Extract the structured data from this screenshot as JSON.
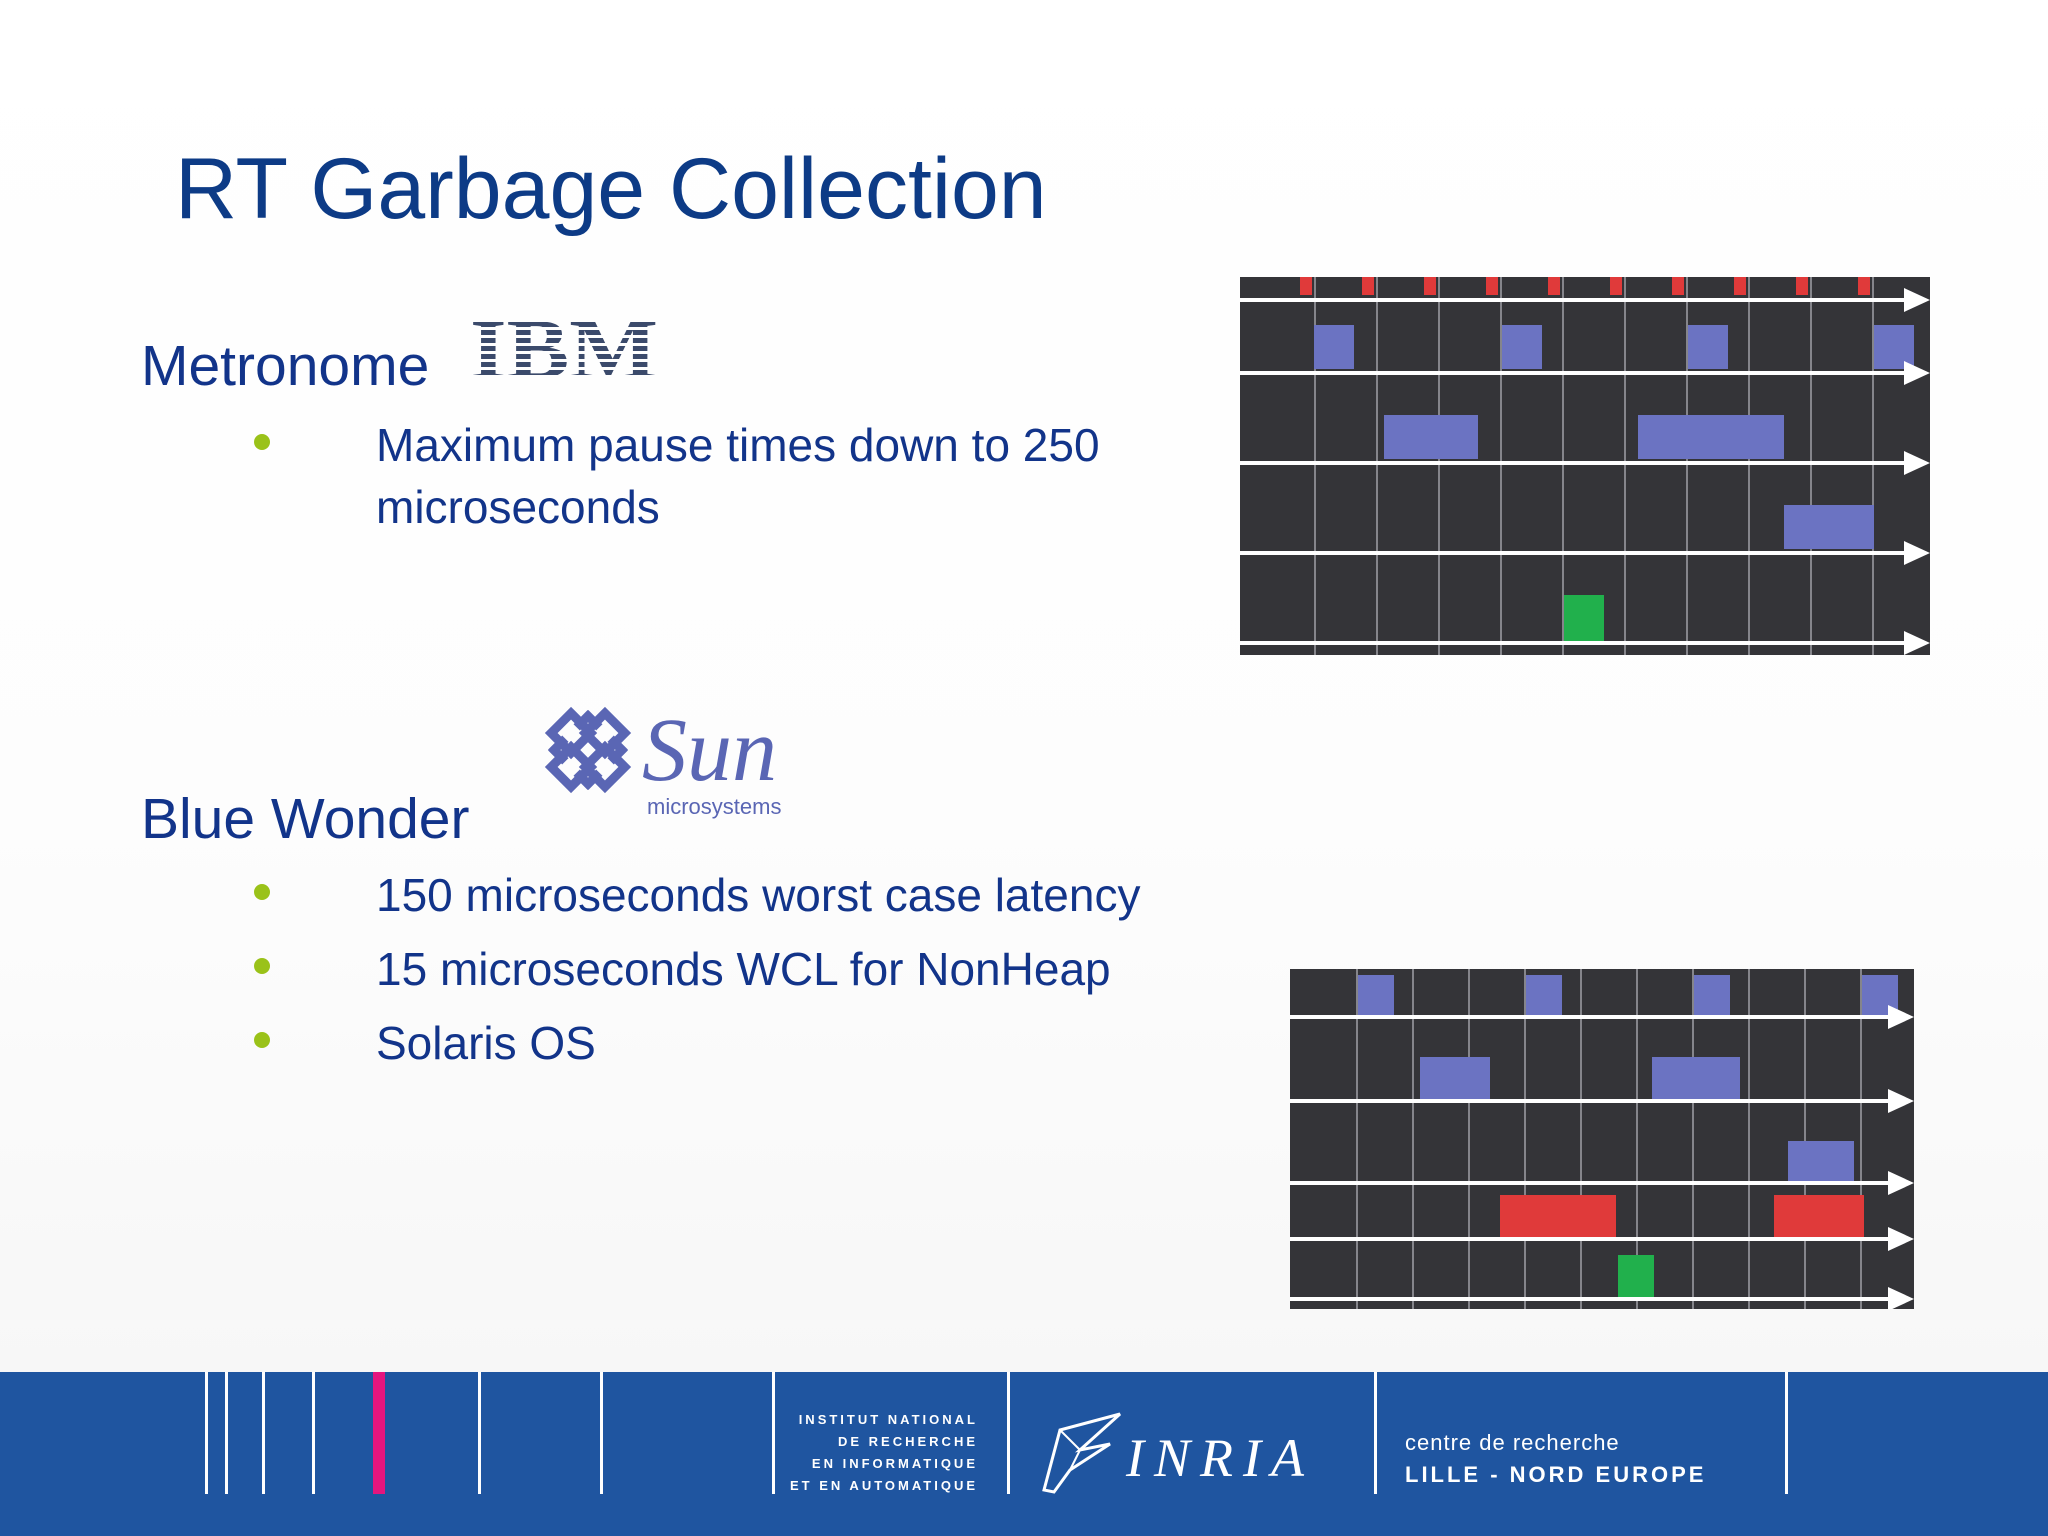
{
  "title": "RT Garbage Collection",
  "sections": [
    {
      "heading": "Metronome",
      "logo": "IBM",
      "bullets": [
        "Maximum pause times down to 250 microseconds"
      ]
    },
    {
      "heading": "Blue Wonder",
      "logo": {
        "name": "Sun",
        "sub": "microsystems"
      },
      "bullets": [
        "150 microseconds worst case latency",
        "15 microseconds WCL for NonHeap",
        "Solaris OS"
      ]
    }
  ],
  "footer": {
    "institute_lines": [
      "INSTITUT NATIONAL",
      "DE RECHERCHE",
      "EN INFORMATIQUE",
      "ET EN AUTOMATIQUE"
    ],
    "brand": "INRIA",
    "centre_line1": "centre de recherche",
    "centre_line2": "LILLE - NORD EUROPE"
  },
  "colors": {
    "title": "#0d3b86",
    "text": "#12348a",
    "bullet": "#9ac219",
    "footer_bg": "#1f55a0",
    "accent_pink": "#e4157e",
    "block_blue": "#6b73c2",
    "block_red": "#e03a3a",
    "block_green": "#21b04c",
    "panel_bg": "#343438"
  }
}
